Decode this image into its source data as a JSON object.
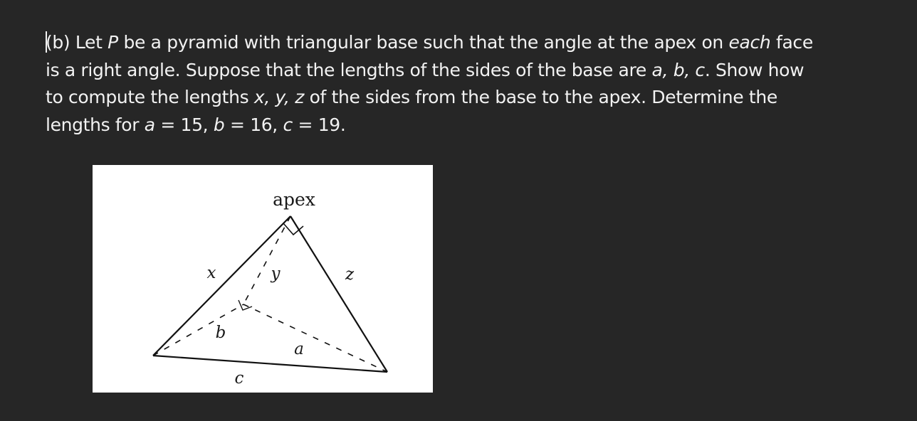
{
  "problem": {
    "l1_prefix": "(b) Let ",
    "l1_P": "P",
    "l1_mid": " be a pyramid with triangular base such that the angle at the apex on ",
    "l1_each": "each",
    "l1_suffix": " face",
    "l2_prefix": "is a right angle. Suppose that the lengths of the sides of the base are ",
    "l2_abc": "a, b, c",
    "l2_suffix": ". Show how",
    "l3_prefix": "to compute the lengths ",
    "l3_xyz": "x, y, z",
    "l3_suffix": " of the sides from the base to the apex. Determine the",
    "l4_prefix": "lengths for ",
    "l4_a": "a",
    "l4_mid1": " = 15, ",
    "l4_b": "b",
    "l4_mid2": " = 16, ",
    "l4_c": "c",
    "l4_suffix": " = 19."
  },
  "figure": {
    "apex_label": "apex",
    "x_label": "x",
    "y_label": "y",
    "z_label": "z",
    "a_label": "a",
    "b_label": "b",
    "c_label": "c"
  }
}
